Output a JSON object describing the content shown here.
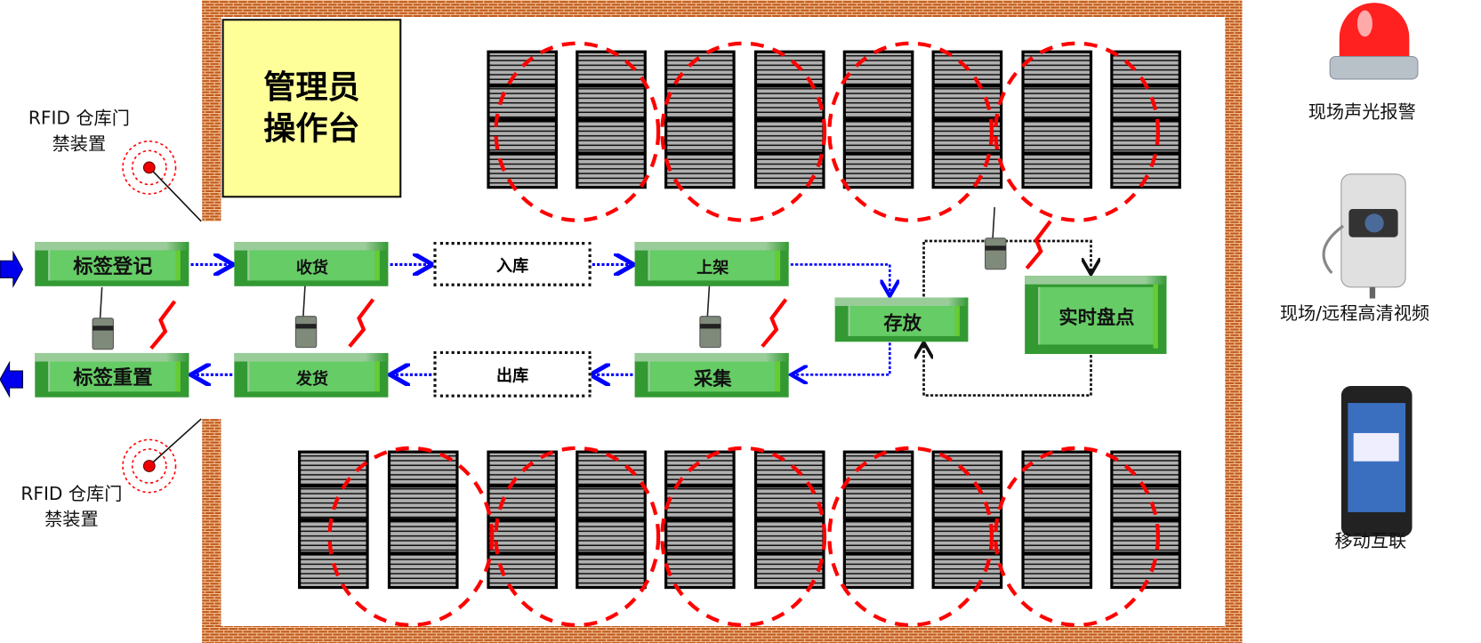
{
  "console": {
    "line1": "管理员",
    "line2": "操作台"
  },
  "rfid_gate_top": {
    "line1": "RFID 仓库门",
    "line2": "禁装置"
  },
  "rfid_gate_bottom": {
    "line1": "RFID 仓库门",
    "line2": "禁装置"
  },
  "process": {
    "tag_register": "标签登记",
    "receive": "收货",
    "inbound": "入库",
    "shelve": "上架",
    "store": "存放",
    "inventory": "实时盘点",
    "tag_reset": "标签重置",
    "ship": "发货",
    "outbound": "出库",
    "collect": "采集"
  },
  "right_panel": {
    "alarm": "现场声光报警",
    "video": "现场/远程高清视频",
    "mobile": "移动互联"
  },
  "colors": {
    "brick": "#C0561A",
    "box_green": "#339933",
    "flow_blue": "#0000FF",
    "zone_red": "#FF0000",
    "console_yellow": "#FFFF99"
  }
}
